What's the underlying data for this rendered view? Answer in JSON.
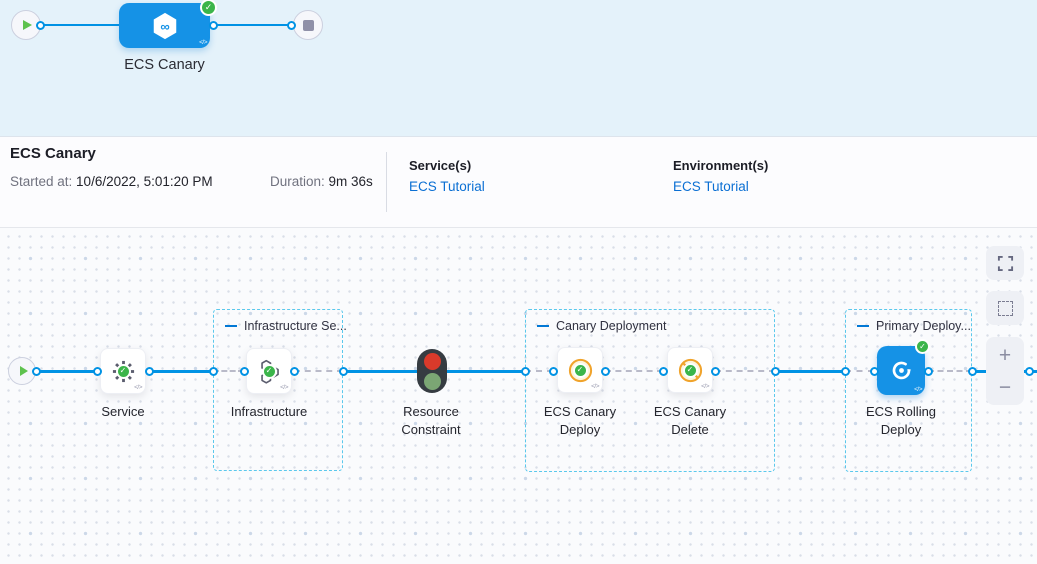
{
  "stage_bar": {
    "node_label": "ECS Canary"
  },
  "summary": {
    "title": "ECS Canary",
    "started_label": "Started at:",
    "started_value": " 10/6/2022, 5:01:20 PM",
    "duration_label": "Duration:",
    "duration_value": " 9m 36s",
    "services_label": "Service(s)",
    "services_link": "ECS Tutorial",
    "environments_label": "Environment(s)",
    "environments_link": "ECS Tutorial"
  },
  "graph": {
    "groups": [
      {
        "label": "Infrastructure Se..."
      },
      {
        "label": "Canary Deployment"
      },
      {
        "label": "Primary Deploy..."
      }
    ],
    "nodes": [
      {
        "id": "service",
        "label": "Service",
        "status": "success"
      },
      {
        "id": "infrastructure",
        "label": "Infrastructure",
        "status": "success"
      },
      {
        "id": "resource-constraint",
        "label": "Resource Constraint",
        "status": "running"
      },
      {
        "id": "ecs-canary-deploy",
        "label": "ECS Canary Deploy",
        "status": "success"
      },
      {
        "id": "ecs-canary-delete",
        "label": "ECS Canary Delete",
        "status": "success"
      },
      {
        "id": "ecs-rolling-deploy",
        "label": "ECS Rolling Deploy",
        "status": "success"
      }
    ]
  },
  "controls": {
    "zoom_in": "+",
    "zoom_out": "−"
  },
  "glyphs": {
    "check": "✓",
    "code": "</>"
  },
  "colors": {
    "accent": "#1592e6",
    "line": "#0092e4",
    "success": "#3bb54a",
    "link": "#0b6fd3",
    "group_border": "#5ac8ec",
    "canary_yellow": "#f0a32b",
    "traffic_red": "#d93a2b",
    "traffic_green": "#7ba674"
  }
}
